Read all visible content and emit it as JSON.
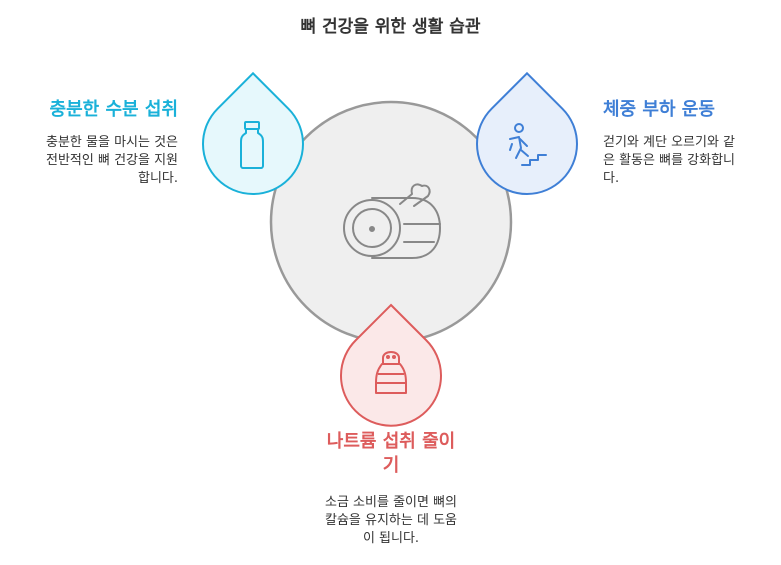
{
  "title": "뼈 건강을 위한 생활 습관",
  "colors": {
    "circle_fill": "#efefef",
    "circle_stroke": "#999999",
    "hydration": "#1ab1d9",
    "weight": "#3f7fd6",
    "sodium": "#dd5c5c"
  },
  "center": {
    "icon": "bone-icon"
  },
  "items": [
    {
      "heading": "충분한 수분 섭취",
      "lines": [
        "충분한 물을 마시는 것은",
        "전반적인 뼈 건강을 지원",
        "합니다."
      ],
      "icon": "water-bottle-icon"
    },
    {
      "heading": "체중 부하 운동",
      "lines": [
        "걷기와 계단 오르기와 같",
        "은 활동은 뼈를 강화합니",
        "다."
      ],
      "icon": "stairs-walking-icon"
    },
    {
      "heading_lines": [
        "나트륨 섭취 줄이",
        "기"
      ],
      "lines": [
        "소금 소비를 줄이면 뼈의",
        "칼슘을 유지하는 데 도움",
        "이 됩니다."
      ],
      "icon": "salt-shaker-icon"
    }
  ]
}
